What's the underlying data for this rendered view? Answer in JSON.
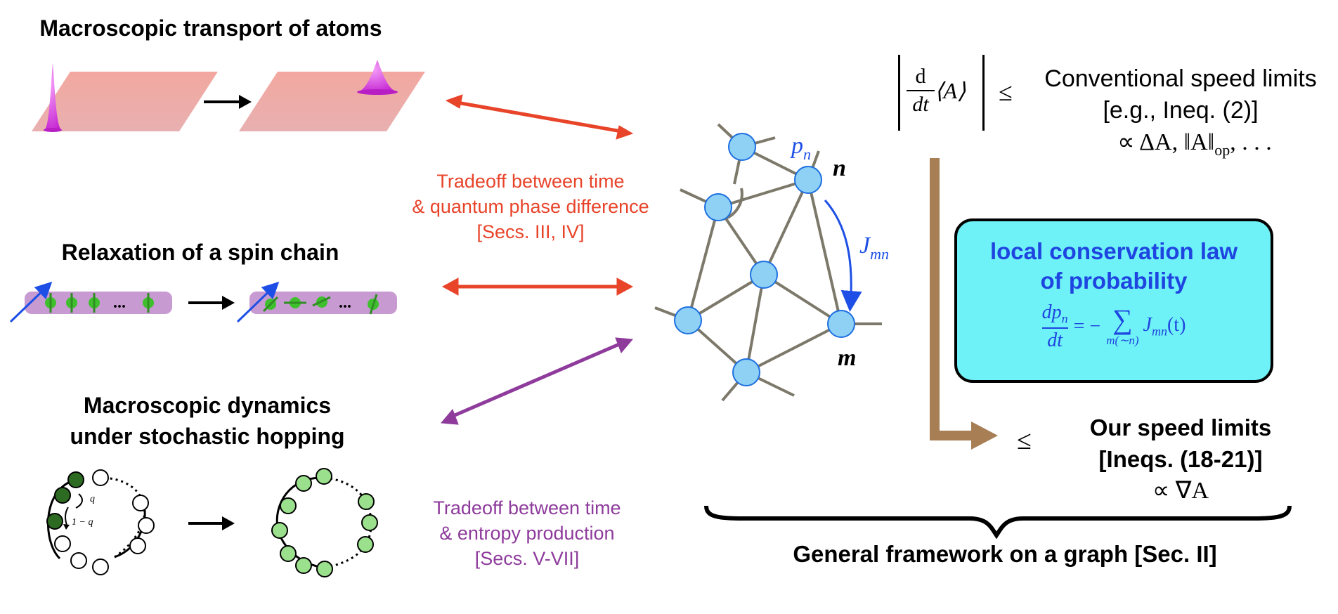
{
  "left_panel": {
    "transport": {
      "title": "Macroscopic transport of atoms"
    },
    "spin": {
      "title": "Relaxation of a spin chain",
      "ellipsis": "..."
    },
    "hopping": {
      "title_line1": "Macroscopic dynamics",
      "title_line2": "under stochastic hopping",
      "q_label": "q",
      "one_minus_q_label": "1 − q"
    }
  },
  "tradeoffs": {
    "quantum": {
      "line1": "Tradeoff between time",
      "line2": "& quantum phase difference",
      "line3": "[Secs. III, IV]",
      "color": "#e8442a"
    },
    "classical": {
      "line1": "Tradeoff between time",
      "line2": "& entropy production",
      "line3": "[Secs. V-VII]",
      "color": "#8e3b9c"
    }
  },
  "graph": {
    "p_label": "p",
    "p_sub": "n",
    "n_label": "n",
    "m_label": "m",
    "J_label": "J",
    "J_sub": "mn",
    "node_color": "#8fd1f5"
  },
  "right_panel": {
    "inequality": {
      "d": "d",
      "dt": "dt",
      "A_expr": "⟨A⟩",
      "leq": "≤"
    },
    "conventional": {
      "line1": "Conventional speed limits",
      "line2": "[e.g., Ineq. (2)]",
      "line3": "∝ ΔA, ‖A‖",
      "op": "op",
      "tail": ", . . ."
    },
    "conservation_box": {
      "line1": "local conservation law",
      "line2": "of probability",
      "eq_num": "dp",
      "eq_num_sub": "n",
      "eq_den": "dt",
      "eq_mid": "= −",
      "sum": "∑",
      "sum_sub": "m(∼n)",
      "eq_rhs": "J",
      "eq_rhs_sub": "mn",
      "eq_rhs_t": "(t)",
      "bg": "#6ef2f7",
      "text_color": "#1f45e0"
    },
    "ours": {
      "leq": "≤",
      "line1": "Our speed limits",
      "line2": "[Ineqs. (18-21)]",
      "line3": "∝ ∇A"
    },
    "framework": "General framework on a graph [Sec. II]"
  }
}
